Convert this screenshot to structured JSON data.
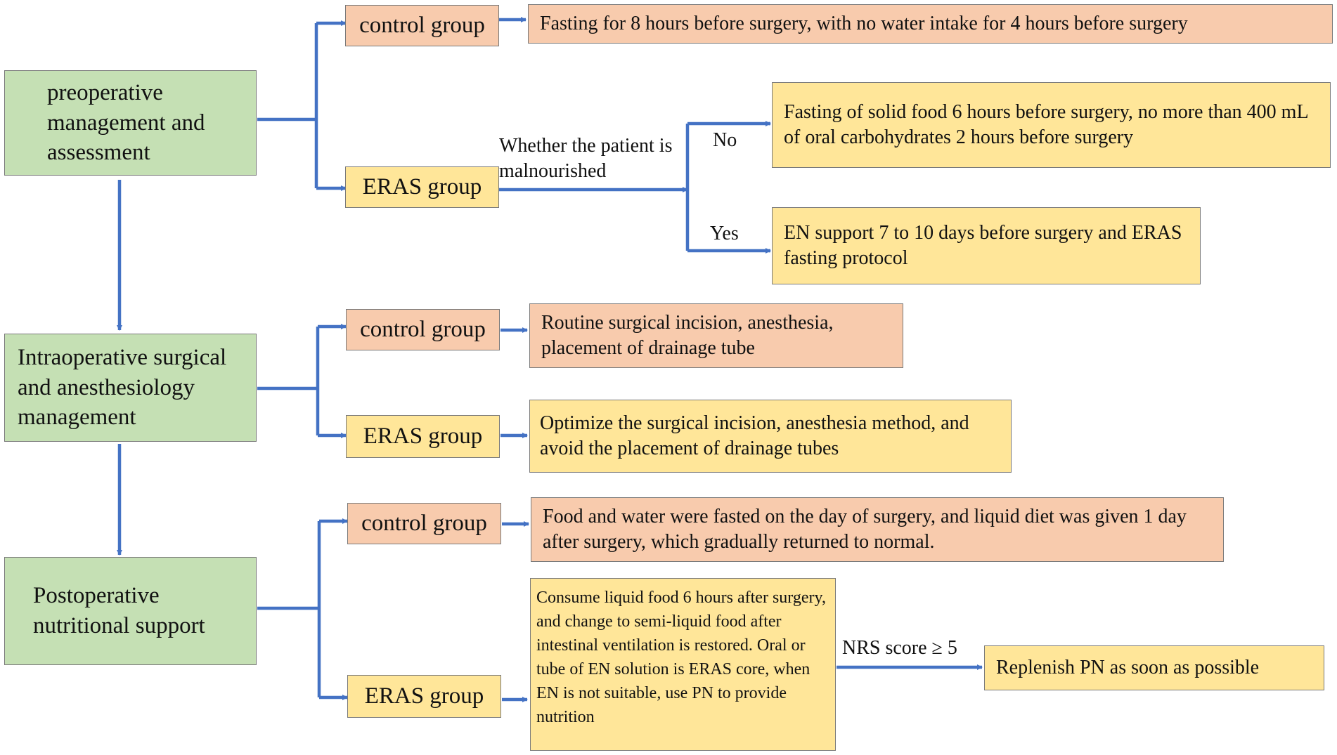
{
  "stages": {
    "preoperative": "preoperative management and assessment",
    "intraoperative": "Intraoperative surgical and anesthesiology management",
    "postoperative": "Postoperative nutritional support"
  },
  "groups": {
    "control": "control group",
    "eras": "ERAS group"
  },
  "preoperative": {
    "control_action": "Fasting for 8 hours before surgery, with no water intake for 4 hours before surgery",
    "decision_label": "Whether the patient is malnourished",
    "no_label": "No",
    "yes_label": "Yes",
    "no_action": "Fasting of solid food 6 hours before surgery, no more than 400 mL of oral carbohydrates 2 hours before surgery",
    "yes_action": "EN support 7 to 10 days before surgery and ERAS fasting protocol"
  },
  "intraoperative": {
    "control_action": "Routine surgical incision, anesthesia, placement of drainage tube",
    "eras_action": "Optimize the surgical incision, anesthesia method, and avoid the placement of drainage tubes"
  },
  "postoperative": {
    "control_action": "Food and water were fasted on the day of surgery, and liquid diet was given 1 day after surgery, which gradually returned to normal.",
    "eras_action": "Consume liquid food 6 hours after surgery, and change to semi-liquid food after intestinal ventilation is restored. Oral or tube of EN solution is ERAS core, when EN is not suitable, use PN to provide nutrition",
    "nrs_label": "NRS score ≥ 5",
    "nrs_action": "Replenish PN as soon as possible"
  },
  "colors": {
    "stage": "#c5e0b4",
    "control": "#f8cbad",
    "eras": "#ffe699",
    "connector": "#4472c4"
  }
}
